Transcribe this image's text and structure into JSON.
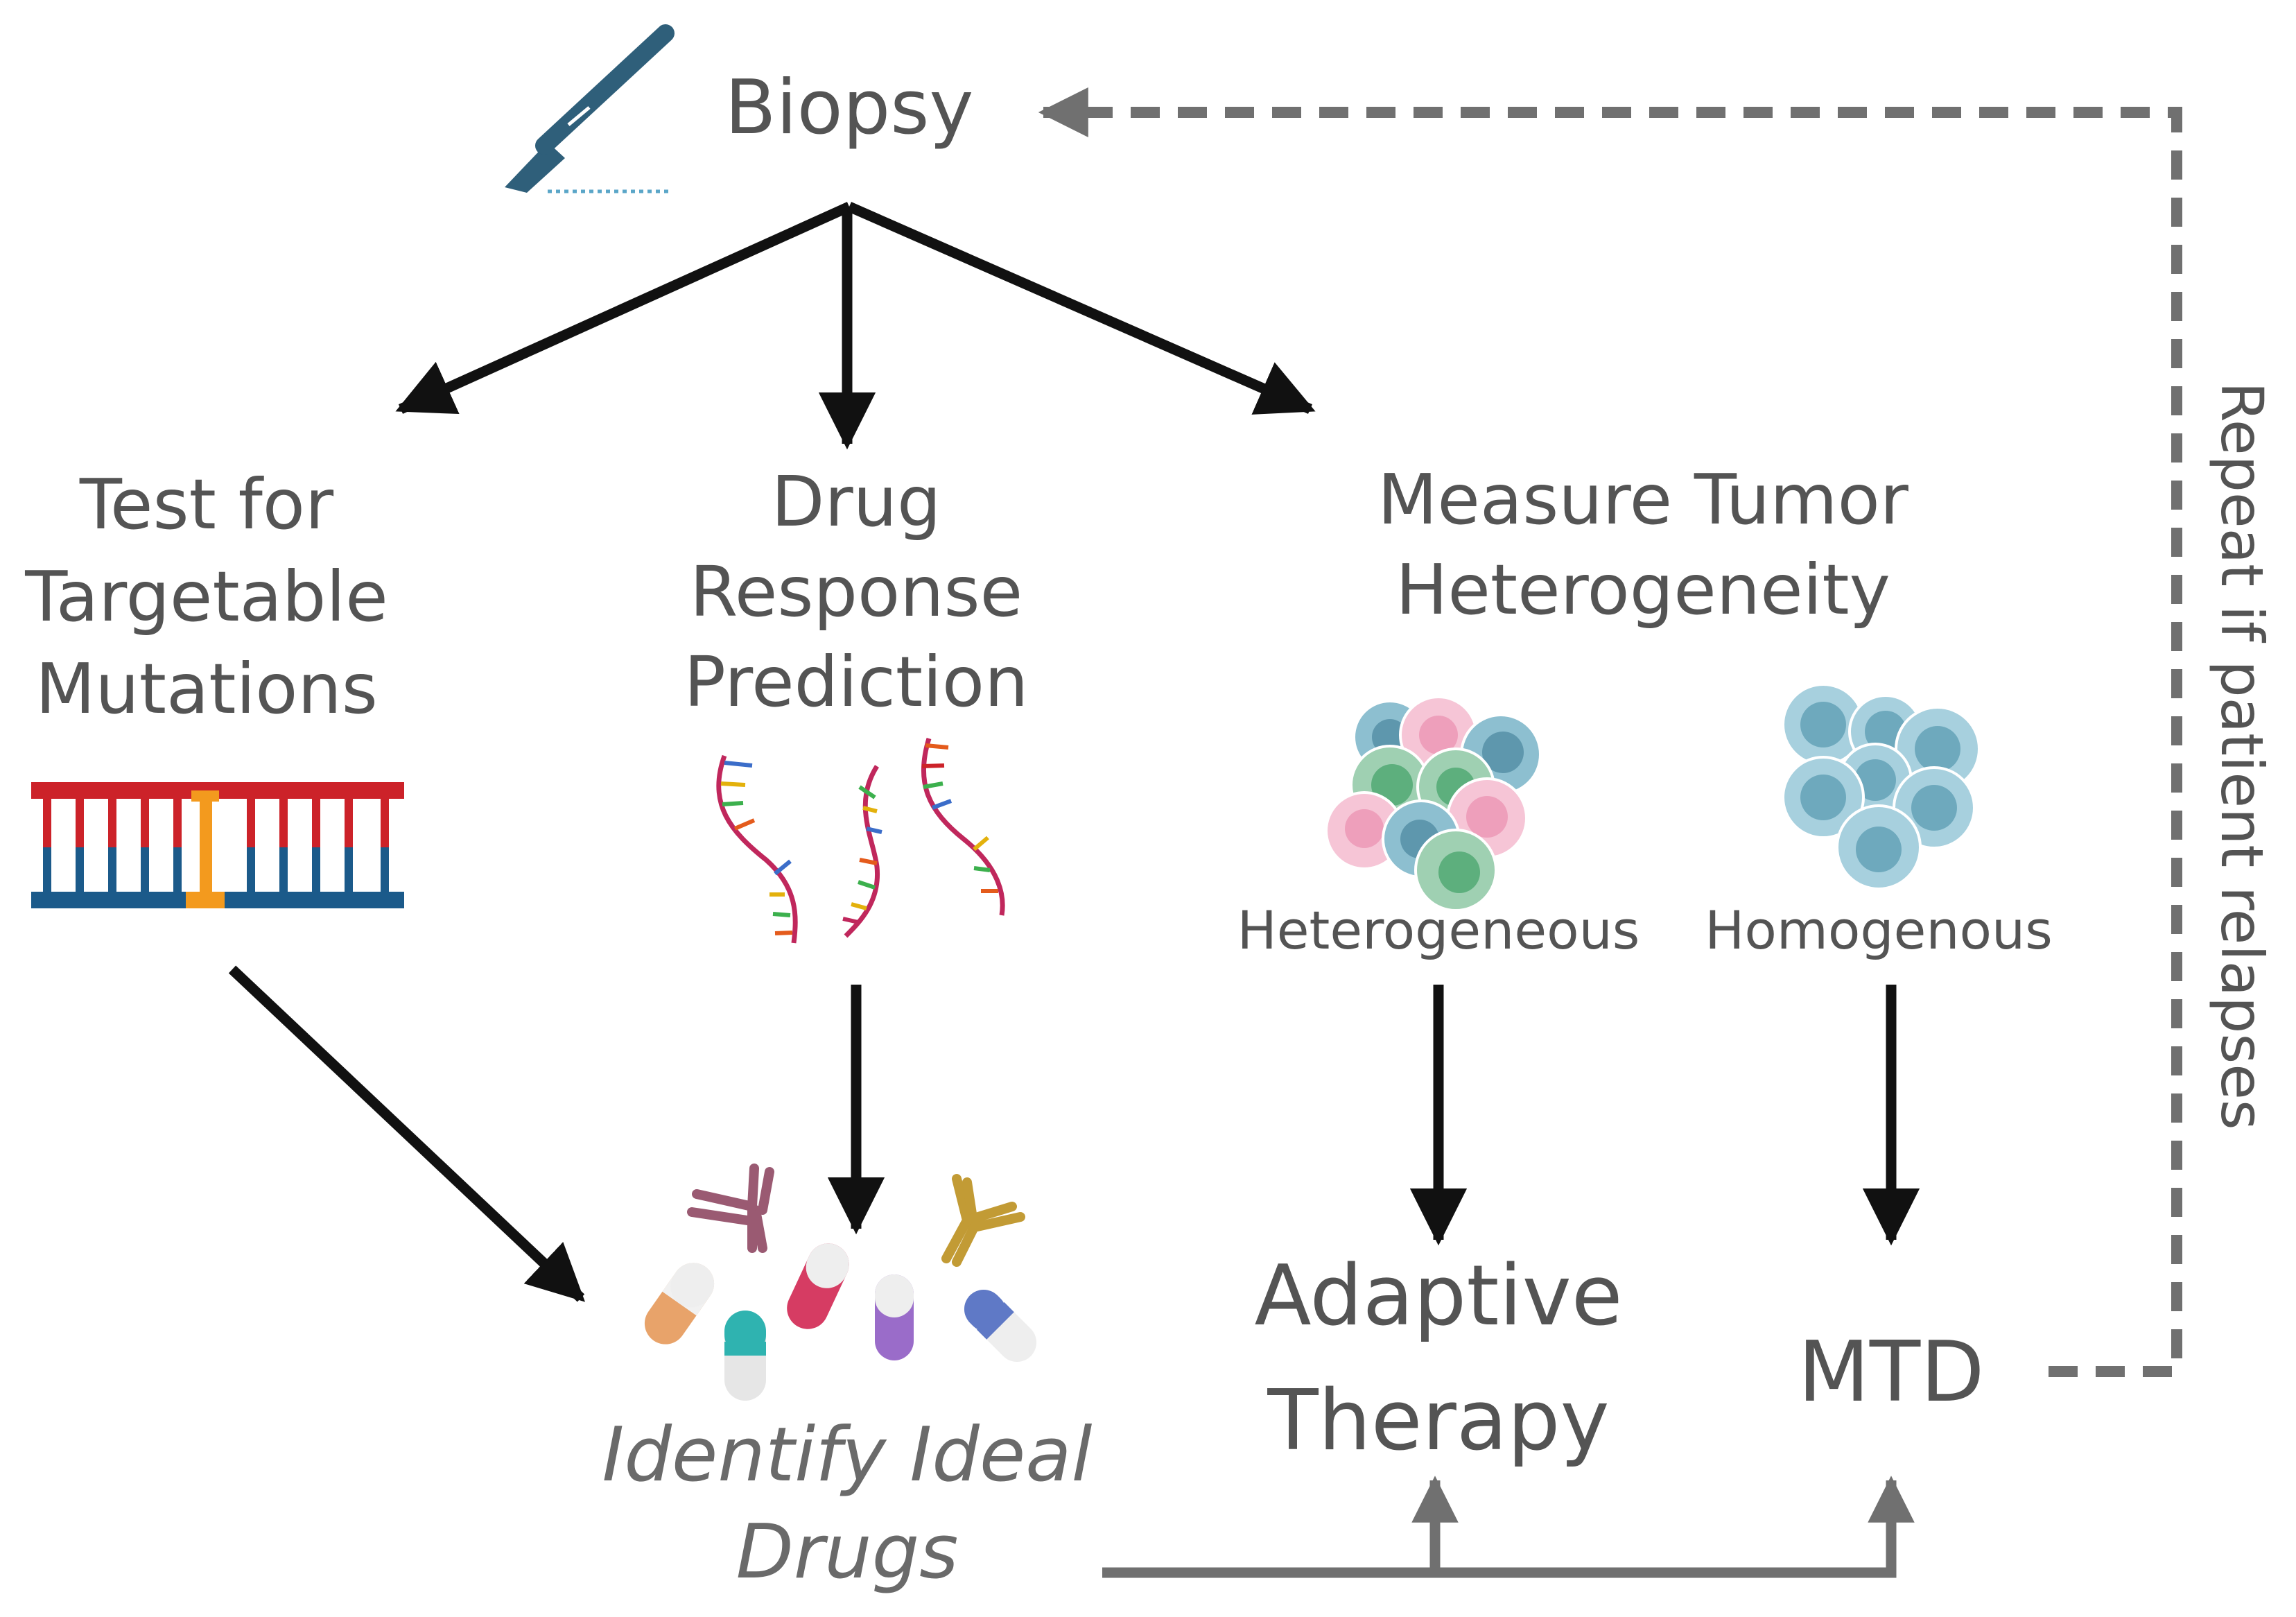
{
  "nodes": {
    "biopsy": "Biopsy",
    "mutations": [
      "Test for",
      "Targetable",
      "Mutations"
    ],
    "drug_response": [
      "Drug",
      "Response",
      "Prediction"
    ],
    "heterogeneity": [
      "Measure Tumor",
      "Heterogeneity"
    ],
    "heterogeneous": "Heterogeneous",
    "homogenous": "Homogenous",
    "identify": [
      "Identify Ideal",
      "Drugs"
    ],
    "adaptive": [
      "Adaptive",
      "Therapy"
    ],
    "mtd": "MTD"
  },
  "loop_label": "Repeat if patient relapses",
  "icons": [
    "scalpel-icon",
    "dna-ladder-icon",
    "rna-strands-icon",
    "heterogeneous-cells-icon",
    "homogenous-cells-icon",
    "drugs-antibodies-icon"
  ],
  "colors": {
    "text": "#545454",
    "arrow": "#111111",
    "loop": "#707070",
    "dna_red": "#cc2229",
    "dna_blue": "#1b5a8a",
    "dna_orange": "#f39a1e",
    "cell_blue": "#7fb6c8",
    "cell_pink": "#f3b6cd",
    "cell_green": "#8fc9a3"
  }
}
